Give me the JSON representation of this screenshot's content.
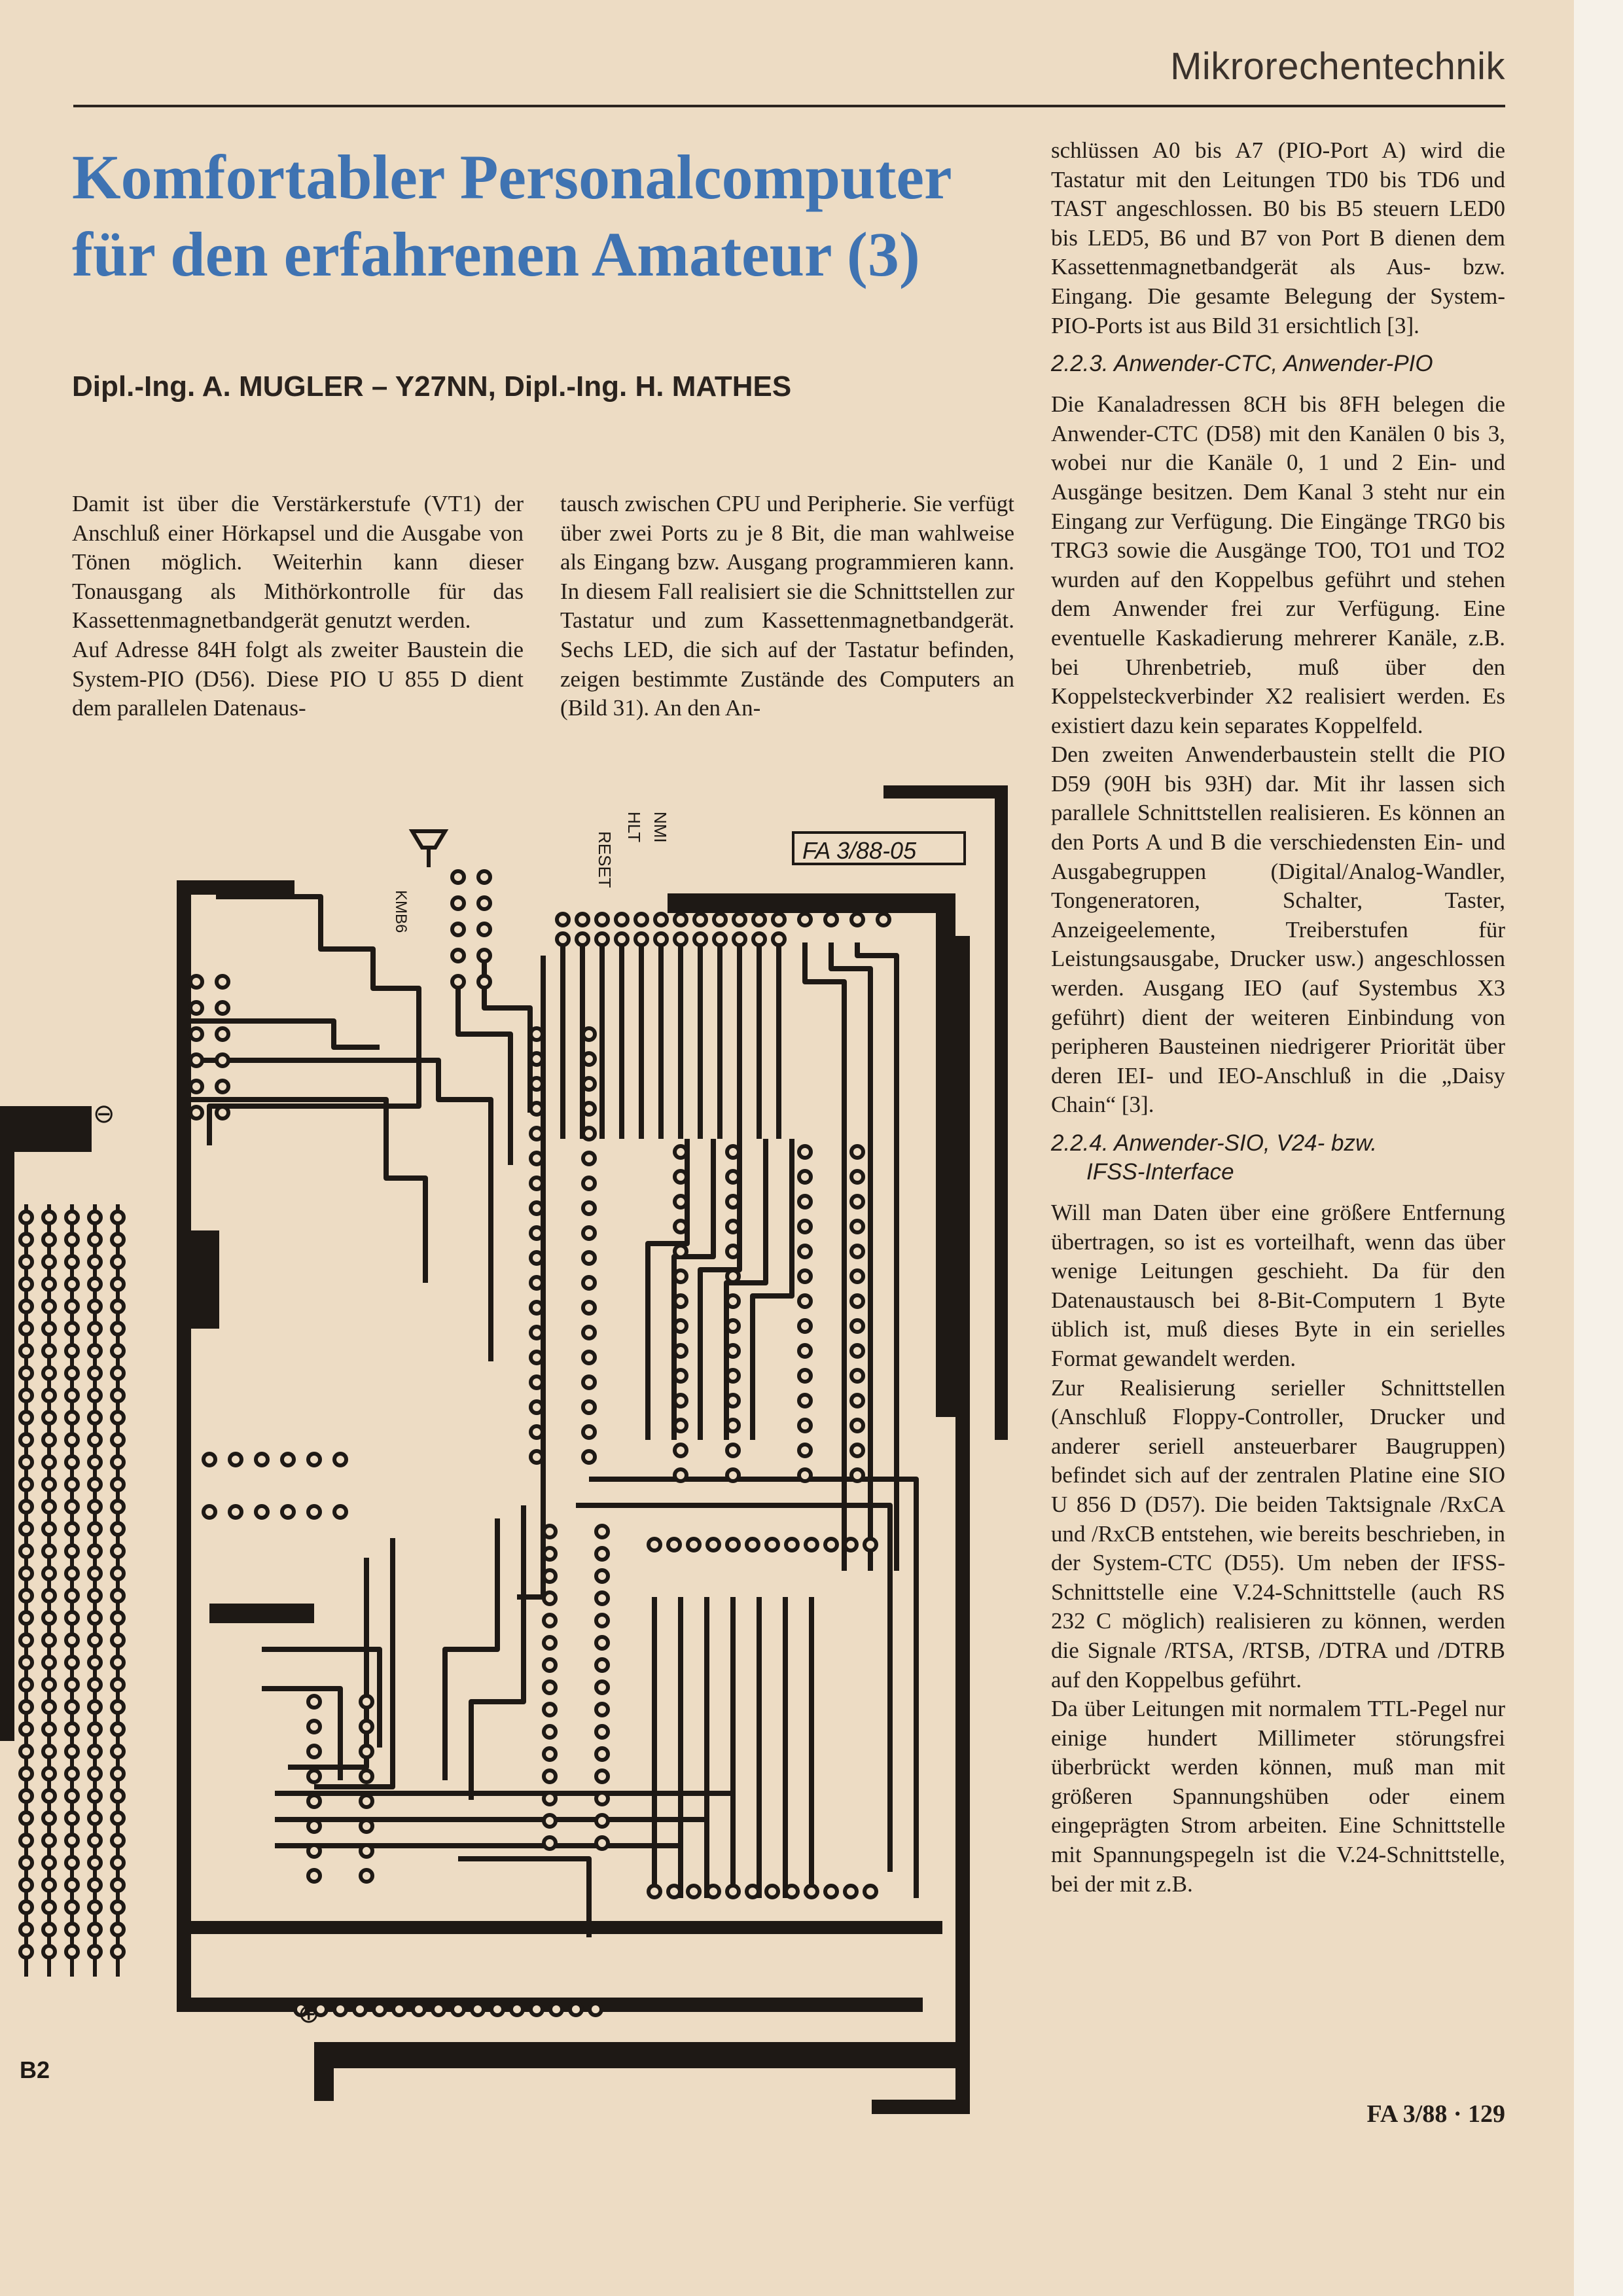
{
  "header": {
    "section": "Mikrorechentechnik"
  },
  "article": {
    "title_line1": "Komfortabler Personalcomputer",
    "title_line2": "für den erfahrenen Amateur (3)",
    "authors": "Dipl.-Ing. A. MUGLER – Y27NN, Dipl.-Ing. H. MATHES"
  },
  "columns": {
    "col1": [
      "Damit ist über die Verstärkerstufe (VT1) der Anschluß einer Hörkapsel und die Ausgabe von Tönen möglich. Weiterhin kann dieser Tonausgang als Mithörkontrolle für das Kassettenmagnetbandgerät genutzt werden.",
      "Auf Adresse 84H folgt als zweiter Baustein die System-PIO (D56). Diese PIO U 855 D dient dem parallelen Datenaus-"
    ],
    "col2": [
      "tausch zwischen CPU und Peripherie. Sie verfügt über zwei Ports zu je 8 Bit, die man wahlweise als Eingang bzw. Ausgang programmieren kann. In diesem Fall realisiert sie die Schnittstellen zur Tastatur und zum Kassettenmagnetbandgerät. Sechs LED, die sich auf der Tastatur befinden, zeigen bestimmte Zustände des Computers an (Bild 31). An den An-"
    ],
    "col3_p1": "schlüssen A0 bis A7 (PIO-Port A) wird die Tastatur mit den Leitungen TD0 bis TD6 und TAST angeschlossen. B0 bis B5 steuern LED0 bis LED5, B6 und B7 von Port B dienen dem Kassettenmagnetbandgerät als Aus- bzw. Eingang. Die gesamte Belegung der System-PIO-Ports ist aus Bild 31 ersichtlich [3].",
    "col3_h1": "2.2.3. Anwender-CTC, Anwender-PIO",
    "col3_p2": "Die Kanaladressen 8CH bis 8FH belegen die Anwender-CTC (D58) mit den Kanälen 0 bis 3, wobei nur die Kanäle 0, 1 und 2 Ein- und Ausgänge besitzen. Dem Kanal 3 steht nur ein Eingang zur Verfügung. Die Eingänge TRG0 bis TRG3 sowie die Ausgänge TO0, TO1 und TO2 wurden auf den Koppelbus geführt und stehen dem Anwender frei zur Verfügung. Eine eventuelle Kaskadierung mehrerer Kanäle, z.B. bei Uhrenbetrieb, muß über den Koppelsteckverbinder X2 realisiert werden. Es existiert dazu kein separates Koppelfeld.",
    "col3_p3": "Den zweiten Anwenderbaustein stellt die PIO D59 (90H bis 93H) dar. Mit ihr lassen sich parallele Schnittstellen realisieren. Es können an den Ports A und B die verschiedensten Ein- und Ausgabegruppen (Digital/Analog-Wandler, Tongeneratoren, Schalter, Taster, Anzeigeelemente, Treiberstufen für Leistungsausgabe, Drucker usw.) angeschlossen werden. Ausgang IEO (auf Systembus X3 geführt) dient der weiteren Einbindung von peripheren Bausteinen niedrigerer Priorität über deren IEI- und IEO-Anschluß in die „Daisy Chain“ [3].",
    "col3_h2a": "2.2.4. Anwender-SIO, V24- bzw.",
    "col3_h2b": "IFSS-Interface",
    "col3_p4": "Will man Daten über eine größere Entfernung übertragen, so ist es vorteilhaft, wenn das über wenige Leitungen geschieht. Da für den Datenaustausch bei 8-Bit-Computern 1 Byte üblich ist, muß dieses Byte in ein serielles Format gewandelt werden.",
    "col3_p5": "Zur Realisierung serieller Schnittstellen (Anschluß Floppy-Controller, Drucker und anderer seriell ansteuerbarer Baugruppen) befindet sich auf der zentralen Platine eine SIO U 856 D (D57). Die beiden Taktsignale /RxCA und /RxCB entstehen, wie bereits beschrieben, in der System-CTC (D55). Um neben der IFSS-Schnittstelle eine V.24-Schnittstelle (auch RS 232 C möglich) realisieren zu können, werden die Signale /RTSA, /RTSB, /DTRA und /DTRB auf den Koppelbus geführt.",
    "col3_p6": "Da über Leitungen mit normalem TTL-Pegel nur einige hundert Millimeter störungsfrei überbrückt werden können, muß man mit größeren Spannungshüben oder einem eingeprägten Strom arbeiten. Eine Schnittstelle mit Spannungspegeln ist die V.24-Schnittstelle, bei der mit z.B."
  },
  "figure": {
    "ref": "FA 3/88-05",
    "label_nmi": "NMI",
    "label_hlt": "HLT",
    "label_reset": "RESET",
    "label_kmb": "KMB6",
    "label_b2": "B2",
    "label_minus": "⊖",
    "label_plus": "⊕"
  },
  "footer": {
    "page": "FA 3/88 · 129"
  },
  "colors": {
    "title": "#3f73b2",
    "paper": "#eddcc4",
    "ink": "#241d18"
  }
}
